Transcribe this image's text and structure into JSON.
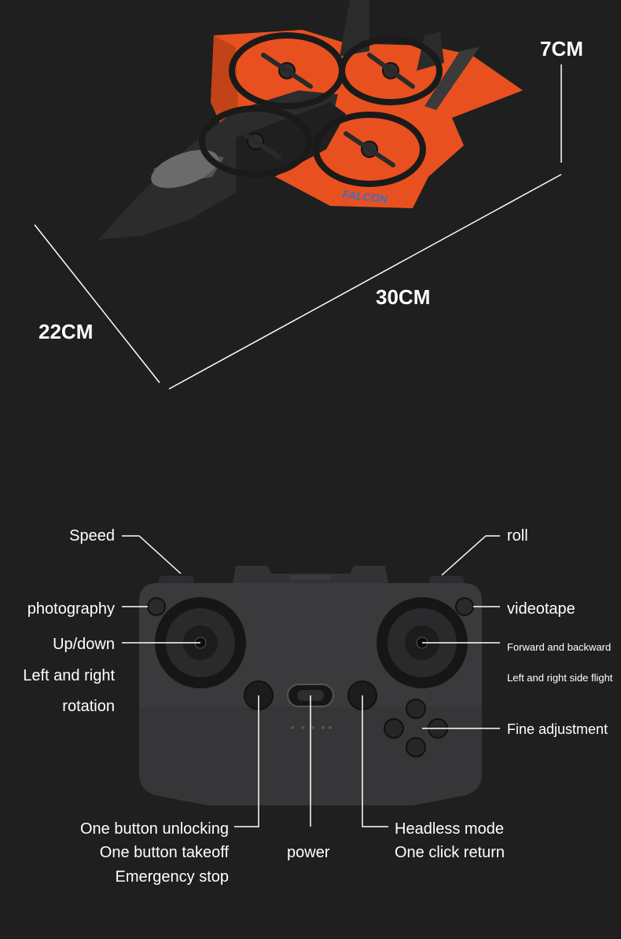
{
  "dimensions": {
    "height": "7CM",
    "length": "30CM",
    "width": "22CM"
  },
  "drone": {
    "brand_text": "FALCON"
  },
  "controls": {
    "speed": "Speed",
    "roll": "roll",
    "photography": "photography",
    "videotape": "videotape",
    "up_down": "Up/down",
    "left_right": "Left and right",
    "rotation": "rotation",
    "forward_backward": "Forward and backward",
    "side_flight": "Left and right side flight",
    "fine_adjustment": "Fine adjustment",
    "unlock": "One button unlocking",
    "takeoff": "One button takeoff",
    "emergency": "Emergency stop",
    "power": "power",
    "headless": "Headless mode",
    "return": "One click return"
  },
  "colors": {
    "background": "#1f1f1f",
    "accent_orange": "#e8511f",
    "controller_body": "#3a3a3c"
  }
}
